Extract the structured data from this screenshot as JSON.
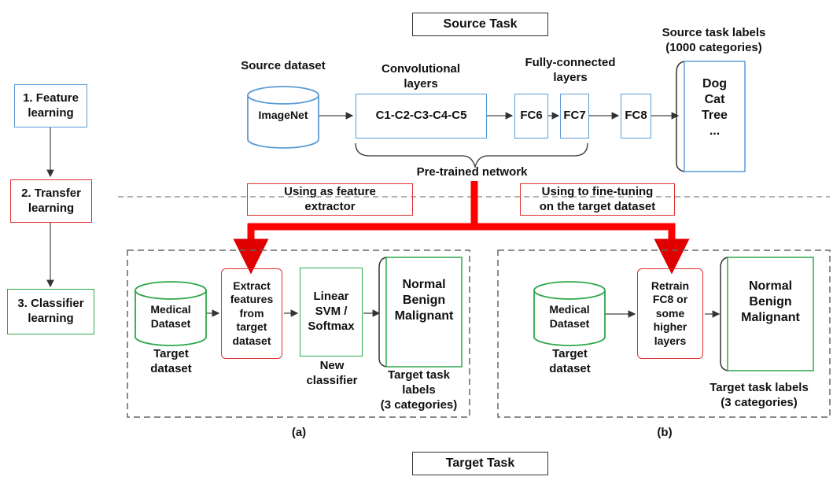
{
  "title_top": "Source Task",
  "title_bottom": "Target Task",
  "steps": [
    "1. Feature\nlearning",
    "2. Transfer\nlearning",
    "3. Classifier\nlearning"
  ],
  "source": {
    "dataset_label": "Source dataset",
    "dataset_name": "ImageNet",
    "conv_label": "Convolutional\nlayers",
    "conv_box": "C1-C2-C3-C4-C5",
    "fc_label": "Fully-connected\nlayers",
    "fc6": "FC6",
    "fc7": "FC7",
    "fc8": "FC8",
    "labels_title": "Source task labels\n(1000 categories)",
    "labels": "Dog\nCat\nTree\n...",
    "pretrained": "Pre-trained network"
  },
  "modes": {
    "feature_extractor": "Using as feature\nextractor",
    "fine_tuning": "Using to fine-tuning\non the target dataset"
  },
  "panel_a": {
    "dataset": "Medical\nDataset",
    "dataset_caption": "Target\ndataset",
    "extract": "Extract\nfeatures\nfrom\ntarget\ndataset",
    "classifier": "Linear\nSVM /\nSoftmax",
    "classifier_caption": "New\nclassifier",
    "labels": "Normal\nBenign\nMalignant",
    "labels_caption": "Target task\nlabels\n(3 categories)",
    "tag": "(a)"
  },
  "panel_b": {
    "dataset": "Medical\nDataset",
    "dataset_caption": "Target\ndataset",
    "retrain": "Retrain\nFC8 or\nsome\nhigher\nlayers",
    "labels": "Normal\nBenign\nMalignant",
    "labels_caption": "Target task labels\n(3 categories)",
    "tag": "(b)"
  },
  "colors": {
    "blue": "#5b9bd5",
    "green": "#2ea84a",
    "red": "#e03030",
    "thick_red": "#ff0000"
  }
}
